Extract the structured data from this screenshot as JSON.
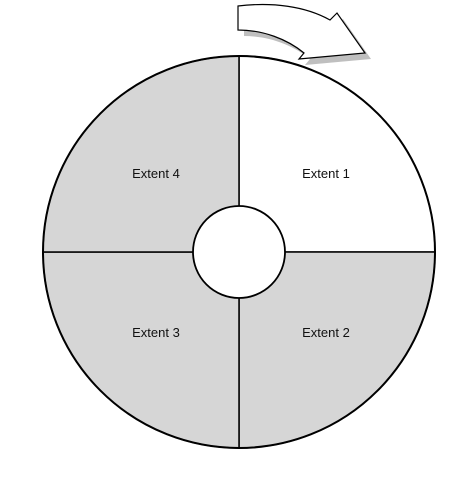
{
  "diagram": {
    "rotation_arrow": "curved-arrow-icon",
    "colors": {
      "outline": "#000000",
      "free_fill": "#ffffff",
      "used_fill": "#d6d6d6",
      "arrow_shadow": "#bfbfbf"
    },
    "extents": [
      {
        "label": "Extent 1",
        "state": "free"
      },
      {
        "label": "Extent 2",
        "state": "used"
      },
      {
        "label": "Extent 3",
        "state": "used"
      },
      {
        "label": "Extent 4",
        "state": "used"
      }
    ]
  }
}
